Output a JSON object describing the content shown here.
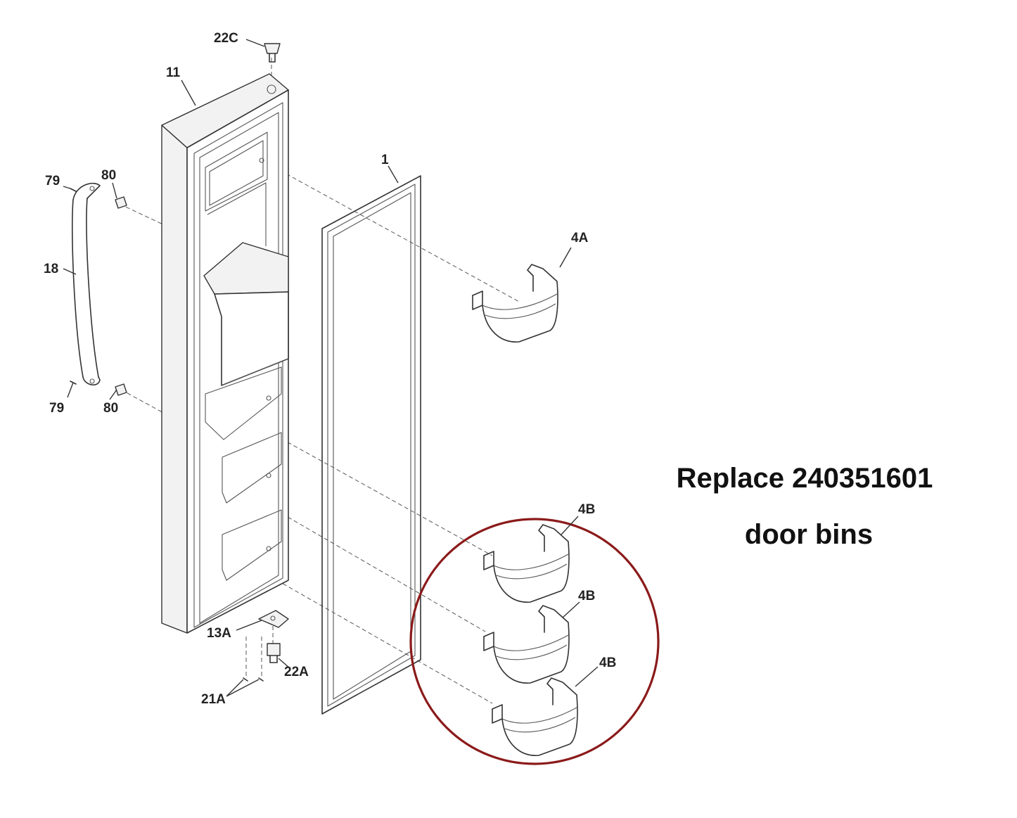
{
  "colors": {
    "line": "#333333",
    "highlight_circle": "#8b1a1a",
    "background": "#ffffff"
  },
  "parts": [
    {
      "id": "22C",
      "label": "22C"
    },
    {
      "id": "11",
      "label": "11"
    },
    {
      "id": "1",
      "label": "1"
    },
    {
      "id": "79a",
      "label": "79"
    },
    {
      "id": "80a",
      "label": "80"
    },
    {
      "id": "18",
      "label": "18"
    },
    {
      "id": "79b",
      "label": "79"
    },
    {
      "id": "80b",
      "label": "80"
    },
    {
      "id": "4A",
      "label": "4A"
    },
    {
      "id": "4B1",
      "label": "4B"
    },
    {
      "id": "4B2",
      "label": "4B"
    },
    {
      "id": "4B3",
      "label": "4B"
    },
    {
      "id": "13A",
      "label": "13A"
    },
    {
      "id": "22A",
      "label": "22A"
    },
    {
      "id": "21A",
      "label": "21A"
    }
  ],
  "annotation": {
    "line1": "Replace 240351601",
    "line2": "door bins"
  }
}
